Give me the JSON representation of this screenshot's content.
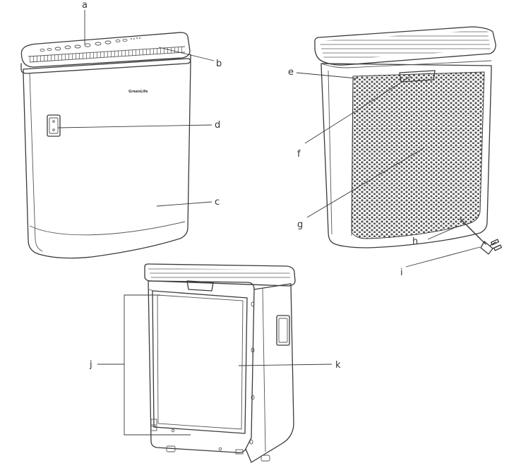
{
  "callouts": {
    "a": "a",
    "b": "b",
    "c": "c",
    "d": "d",
    "e": "e",
    "f": "f",
    "g": "g",
    "h": "h",
    "i": "i",
    "j": "j",
    "k": "k"
  },
  "brand_text": "GreenLife",
  "colors": {
    "line": "#3a3a3a",
    "background": "#ffffff"
  }
}
